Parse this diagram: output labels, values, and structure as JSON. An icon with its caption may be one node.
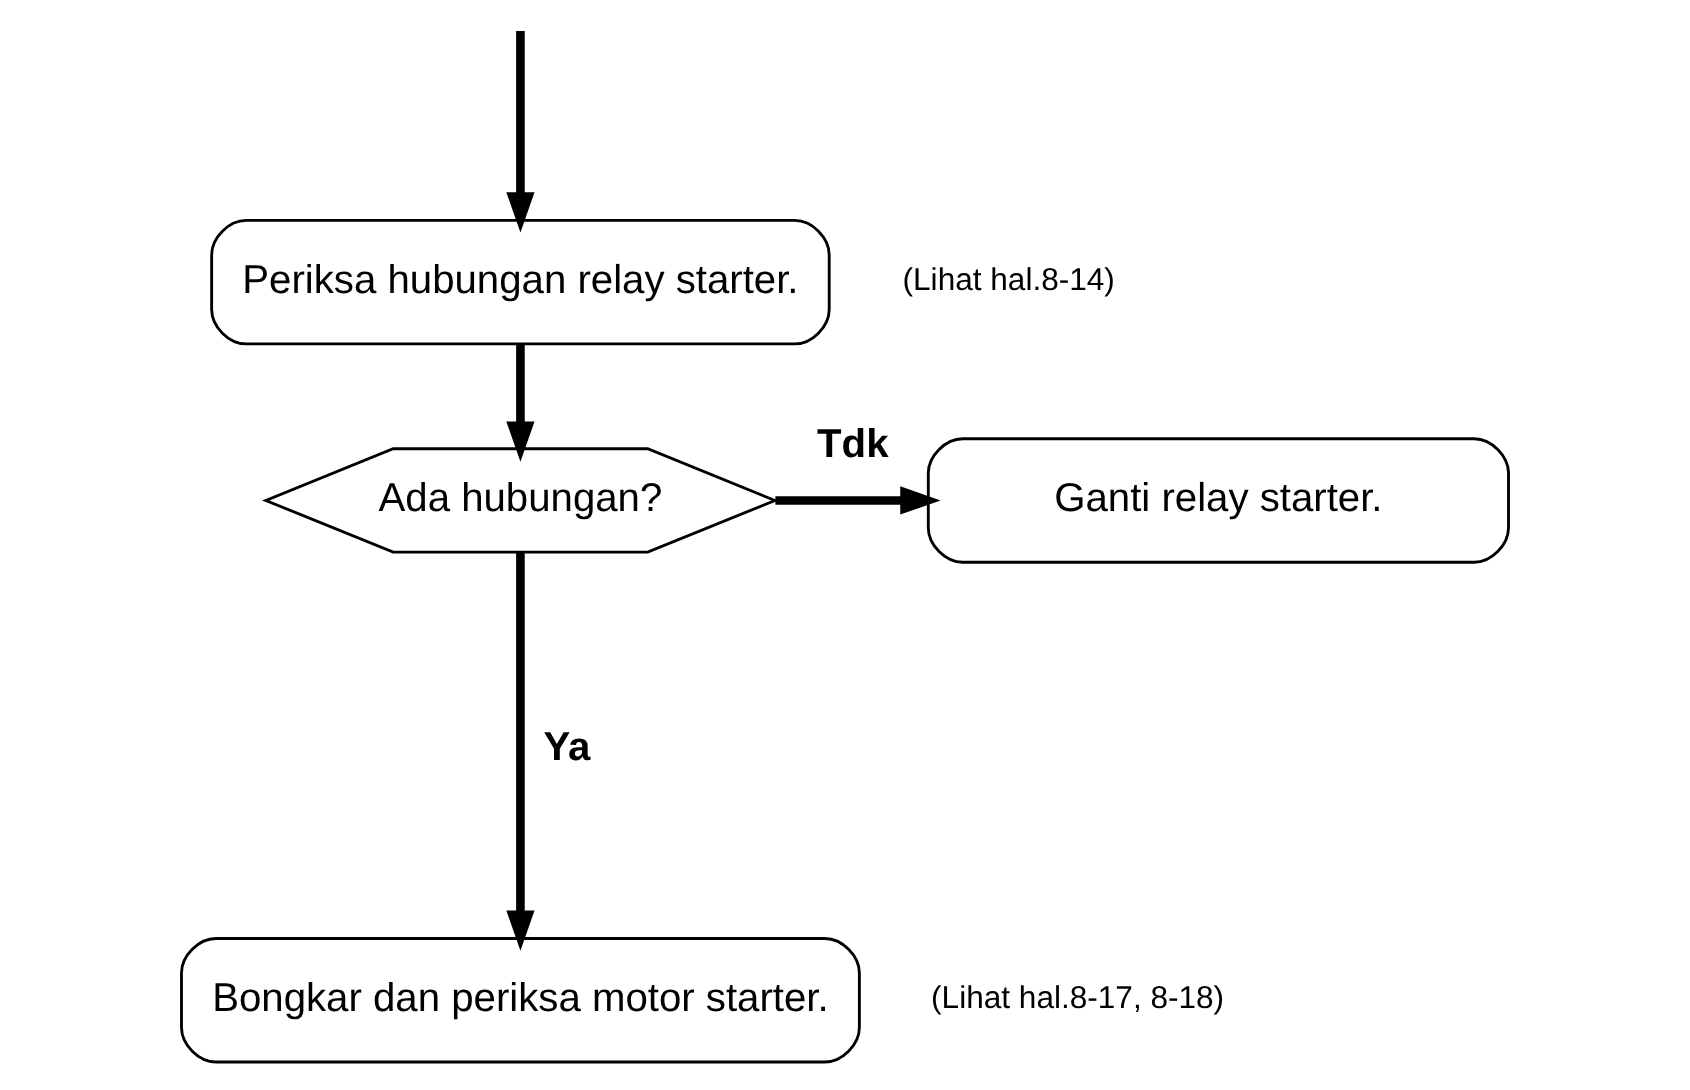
{
  "diagram": {
    "nodes": [
      {
        "text": [
          "Periksa hubungan relay starter."
        ],
        "beside": [
          "(Lihat hal.8-14)"
        ]
      },
      {
        "text": [
          "Ada hubungan?"
        ]
      },
      {
        "text": [
          "Ganti relay starter."
        ]
      },
      {
        "text": [
          "Bongkar dan periksa motor starter."
        ],
        "beside": [
          "(Lihat hal.8-17, 8-18)"
        ]
      }
    ],
    "edges": [
      {
        "from": null,
        "to": 0,
        "arrow": "to"
      },
      {
        "from": 0,
        "to": 1,
        "arrow": "to"
      },
      {
        "from": 1,
        "to": 2,
        "arrow": "to",
        "label": "Tdk"
      },
      {
        "from": 1,
        "to": 3,
        "arrow": "to",
        "label": "Ya"
      }
    ]
  }
}
